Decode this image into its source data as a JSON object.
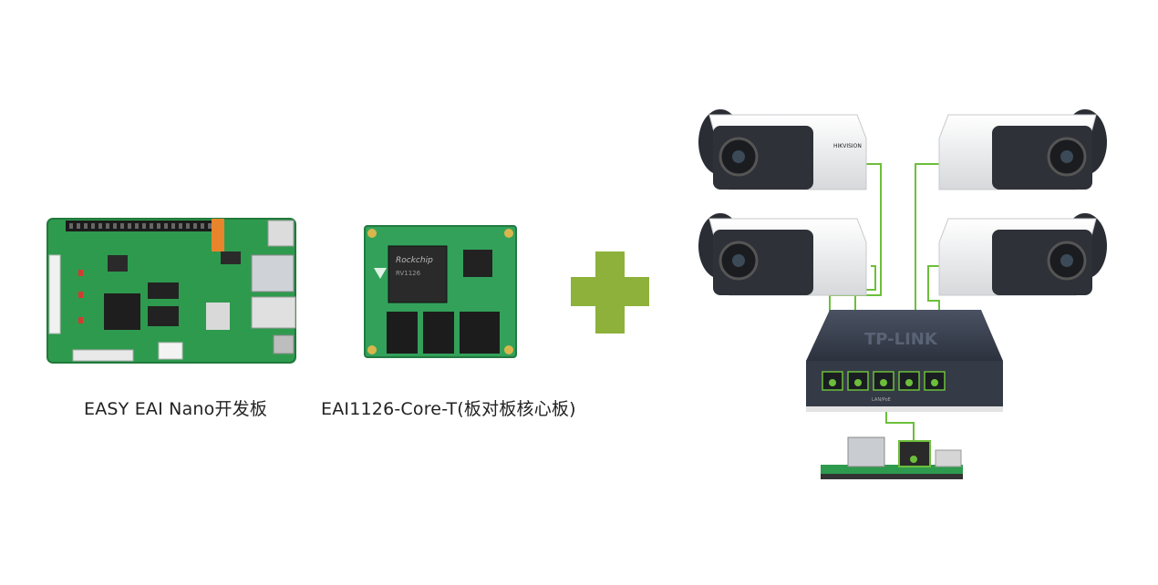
{
  "captions": {
    "dev_board": "EASY EAI Nano开发板",
    "core_board": "EAI1126-Core-T(板对板核心板)"
  },
  "switch": {
    "brand": "TP-LINK",
    "port_panel_label": "LAN/PoE"
  },
  "camera": {
    "brand": "HIKVISION"
  },
  "core_chip": {
    "brand": "Rockchip",
    "model": "RV1126"
  },
  "colors": {
    "plus": "#8db13b",
    "cable": "#6cbf3a",
    "pcb_green": "#2e9a4e",
    "switch_body": "#3c4452"
  }
}
